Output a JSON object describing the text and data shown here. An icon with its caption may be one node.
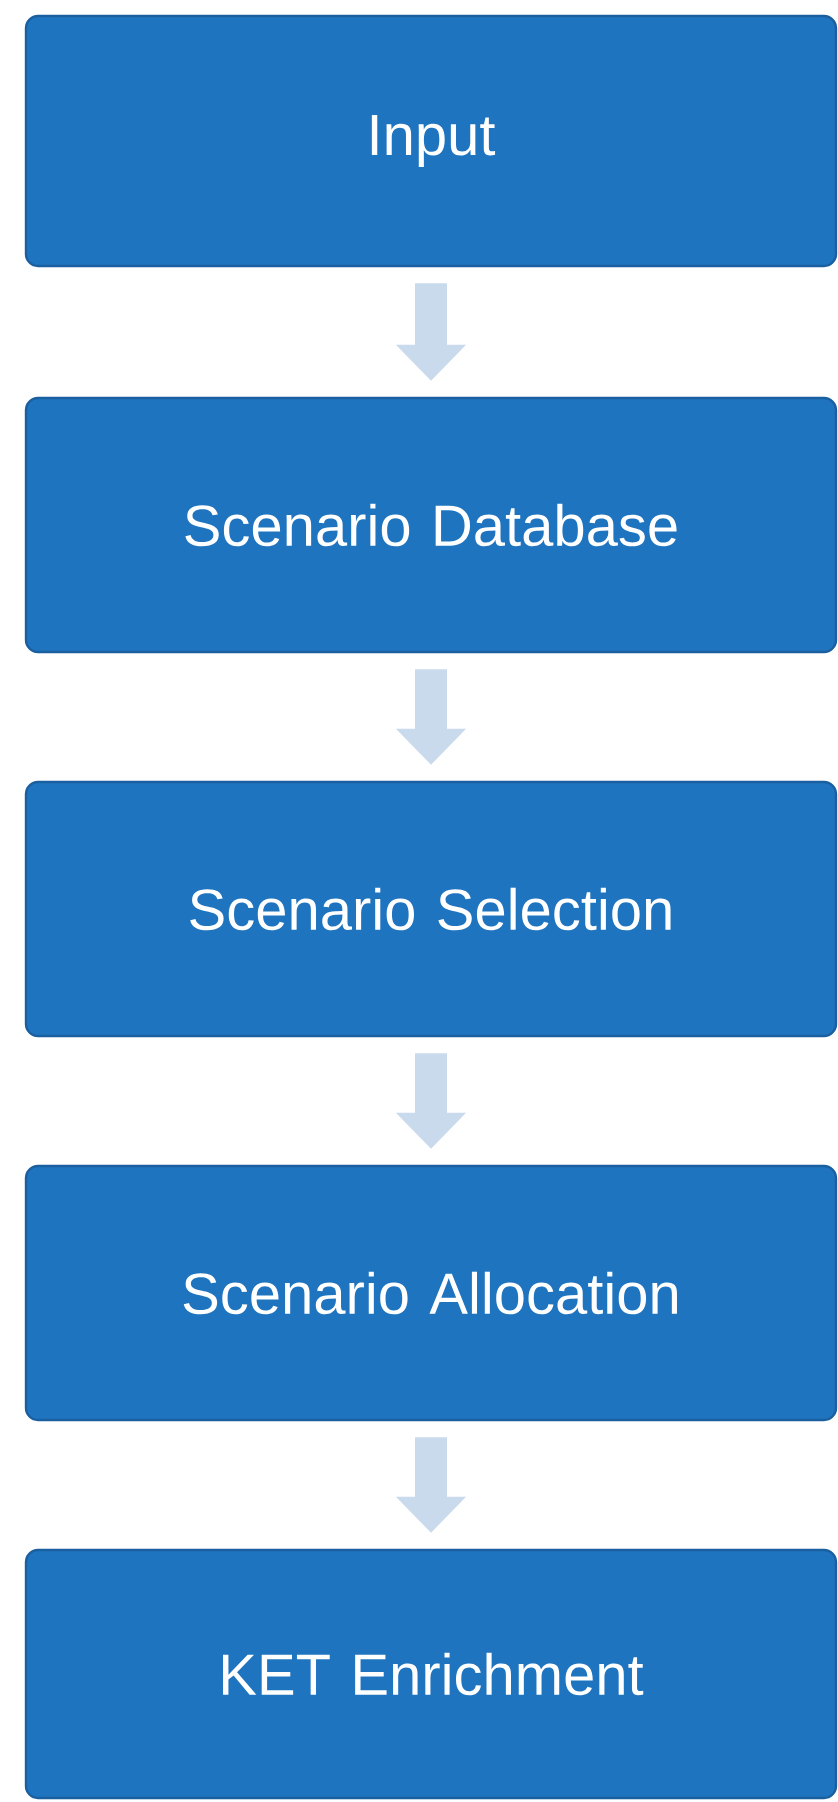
{
  "diagram": {
    "nodes": [
      {
        "text": [
          "Input"
        ]
      },
      {
        "text": [
          "Scenario Database"
        ]
      },
      {
        "text": [
          "Scenario Selection"
        ]
      },
      {
        "text": [
          "Scenario Allocation"
        ]
      },
      {
        "text": [
          "KET Enrichment"
        ]
      }
    ],
    "edges": [
      {
        "from": 0,
        "to": 1,
        "arrow": "to"
      },
      {
        "from": 1,
        "to": 2,
        "arrow": "to"
      },
      {
        "from": 2,
        "to": 3,
        "arrow": "to"
      },
      {
        "from": 3,
        "to": 4,
        "arrow": "to"
      }
    ]
  }
}
